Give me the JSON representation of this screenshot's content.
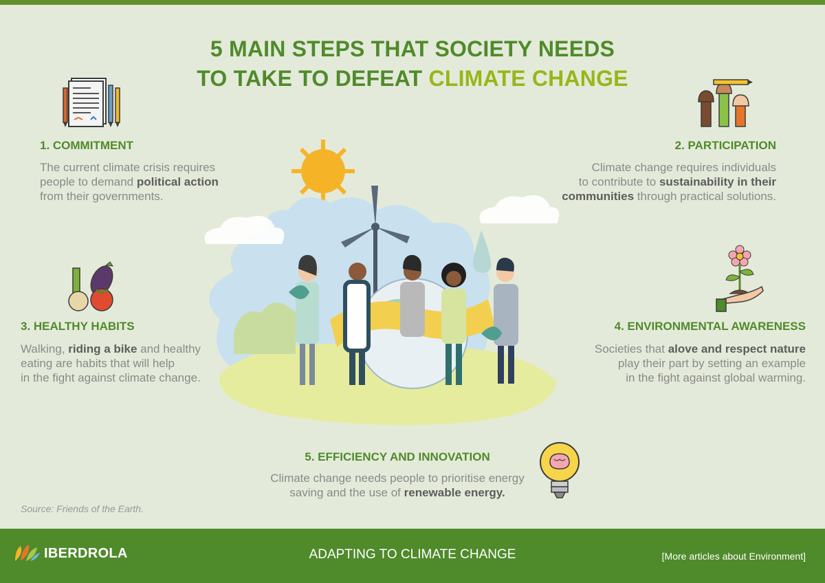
{
  "title": {
    "line1": "5 MAIN STEPS THAT SOCIETY NEEDS",
    "line2_prefix": "TO TAKE TO DEFEAT ",
    "line2_highlight": "CLIMATE CHANGE"
  },
  "steps": [
    {
      "heading": "1. COMMITMENT",
      "lines": [
        [
          "The current climate crisis requires"
        ],
        [
          "people to demand ",
          {
            "b": "political action"
          }
        ],
        [
          "from their governments."
        ]
      ],
      "icon": "document-pens-icon"
    },
    {
      "heading": "2. PARTICIPATION",
      "lines": [
        [
          "Climate change requires individuals"
        ],
        [
          "to contribute to ",
          {
            "b": "sustainability in their"
          }
        ],
        [
          {
            "b": "communities"
          },
          " through practical solutions."
        ]
      ],
      "icon": "raised-hands-icon"
    },
    {
      "heading": "3. HEALTHY HABITS",
      "lines": [
        [
          "Walking, ",
          {
            "b": "riding a bike"
          },
          " and healthy"
        ],
        [
          "eating are habits that will help"
        ],
        [
          "in the fight against climate change."
        ]
      ],
      "icon": "vegetables-icon"
    },
    {
      "heading": "4. ENVIRONMENTAL AWARENESS",
      "lines": [
        [
          "Societies that ",
          {
            "b": "alove and respect nature"
          }
        ],
        [
          "play their part by setting an example"
        ],
        [
          "in the fight against global warming."
        ]
      ],
      "icon": "hand-flower-icon"
    },
    {
      "heading": "5. EFFICIENCY AND INNOVATION",
      "lines": [
        [
          "Climate change needs people to prioritise energy"
        ],
        [
          "saving and the use of ",
          {
            "b": "renewable energy."
          }
        ]
      ],
      "icon": "lightbulb-brain-icon"
    }
  ],
  "source": "Source: Friends of the Earth.",
  "footer": {
    "brand": "IBERDROLA",
    "title": "ADAPTING TO CLIMATE CHANGE",
    "link": "[More articles about Environment]"
  },
  "illustration": "people-holding-earth-windmill-illustration",
  "colors": {
    "brand_green": "#4f8a2b",
    "accent_lime": "#98b61a",
    "background": "#e4ead9",
    "body_text": "#8a8a8a"
  }
}
